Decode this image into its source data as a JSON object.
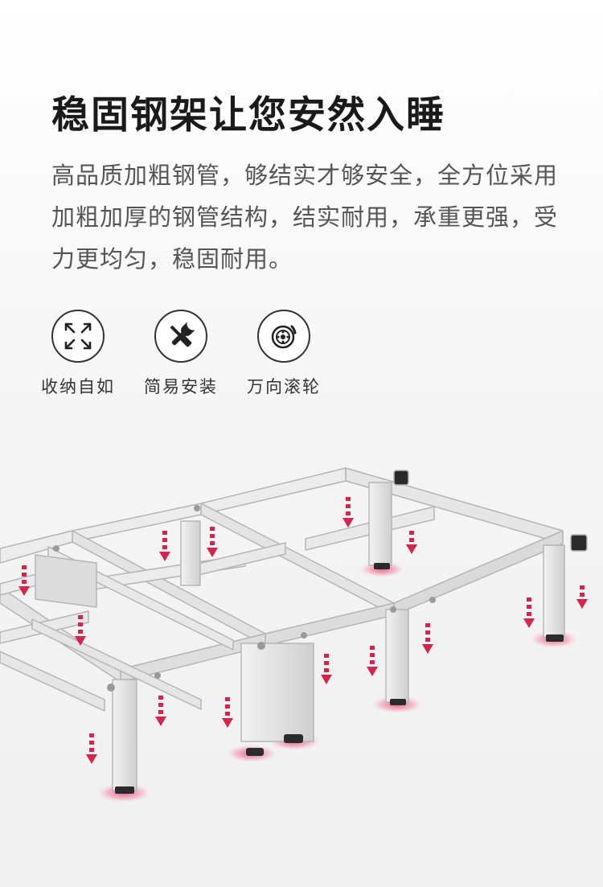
{
  "title": "稳固钢架让您安然入睡",
  "description": "高品质加粗钢管，够结实才够安全，全方位采用加粗加厚的钢管结构，结实耐用，承重更强，受力更均匀，稳固耐用。",
  "features": [
    {
      "label": "收纳自如",
      "icon": "expand-arrows-icon"
    },
    {
      "label": "简易安装",
      "icon": "wrench-screwdriver-icon"
    },
    {
      "label": "万向滚轮",
      "icon": "caster-wheel-icon"
    }
  ],
  "colors": {
    "frame": "#e9e9e9",
    "frame_edge": "#b8b8b8",
    "arrow": "#d6244a",
    "foot_glow": "#e8466d"
  }
}
